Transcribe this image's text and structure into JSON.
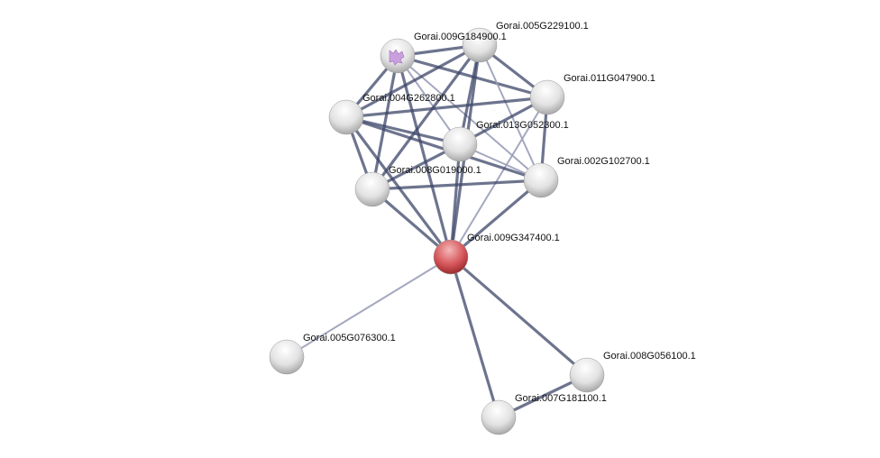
{
  "colors": {
    "node": "#e8e8e8",
    "query_node": "#d9575b",
    "edge": "#3c4668",
    "edge_light": "#9a9eb8"
  },
  "nodes": [
    {
      "id": "n1",
      "label": "Gorai.009G184900.1",
      "has_structure": true
    },
    {
      "id": "n2",
      "label": "Gorai.005G229100.1"
    },
    {
      "id": "n3",
      "label": "Gorai.011G047900.1"
    },
    {
      "id": "n4",
      "label": "Gorai.004G262800.1"
    },
    {
      "id": "n5",
      "label": "Gorai.013G052300.1"
    },
    {
      "id": "n6",
      "label": "Gorai.002G102700.1"
    },
    {
      "id": "n7",
      "label": "Gorai.008G019000.1"
    },
    {
      "id": "n8",
      "label": "Gorai.009G347400.1",
      "query": true
    },
    {
      "id": "n9",
      "label": "Gorai.005G076300.1"
    },
    {
      "id": "n10",
      "label": "Gorai.008G056100.1"
    },
    {
      "id": "n11",
      "label": "Gorai.007G181100.1"
    }
  ],
  "edges": [
    [
      "n1",
      "n2"
    ],
    [
      "n1",
      "n3"
    ],
    [
      "n1",
      "n4"
    ],
    [
      "n1",
      "n5"
    ],
    [
      "n1",
      "n6"
    ],
    [
      "n1",
      "n7"
    ],
    [
      "n1",
      "n8"
    ],
    [
      "n2",
      "n3"
    ],
    [
      "n2",
      "n4"
    ],
    [
      "n2",
      "n5"
    ],
    [
      "n2",
      "n6"
    ],
    [
      "n2",
      "n7"
    ],
    [
      "n2",
      "n8"
    ],
    [
      "n3",
      "n4"
    ],
    [
      "n3",
      "n5"
    ],
    [
      "n3",
      "n6"
    ],
    [
      "n3",
      "n8"
    ],
    [
      "n4",
      "n5"
    ],
    [
      "n4",
      "n6"
    ],
    [
      "n4",
      "n7"
    ],
    [
      "n4",
      "n8"
    ],
    [
      "n5",
      "n6"
    ],
    [
      "n5",
      "n7"
    ],
    [
      "n5",
      "n8"
    ],
    [
      "n6",
      "n7"
    ],
    [
      "n6",
      "n8"
    ],
    [
      "n7",
      "n8"
    ],
    [
      "n8",
      "n9"
    ],
    [
      "n8",
      "n10"
    ],
    [
      "n8",
      "n11"
    ],
    [
      "n10",
      "n11"
    ]
  ]
}
